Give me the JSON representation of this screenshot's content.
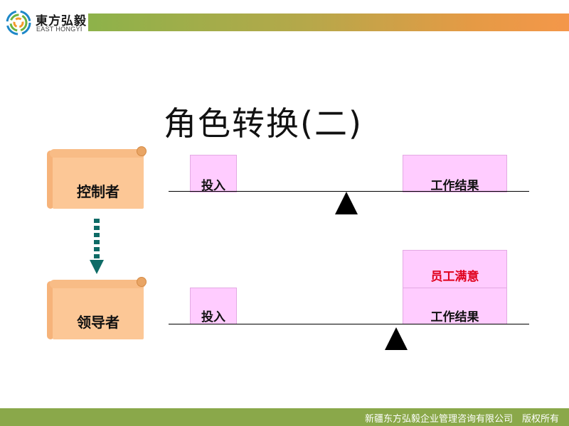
{
  "header": {
    "logo_cn": "東方弘毅",
    "logo_en": "EAST HONGYI"
  },
  "title": "角色转换(二)",
  "roles": {
    "controller": "控制者",
    "leader": "领导者"
  },
  "balance_top": {
    "input_label": "投入",
    "result_label": "工作结果"
  },
  "balance_bottom": {
    "input_label": "投入",
    "satisfaction_label": "员工满意",
    "result_label": "工作结果"
  },
  "footer": {
    "copyright": "新疆东方弘毅企业管理咨询有限公司　版权所有"
  },
  "colors": {
    "accent_green": "#8aa84a",
    "accent_orange": "#f4974a",
    "scroll": "#fcc796",
    "box": "#ffccff",
    "arrow": "#0e6b66",
    "highlight_red": "#e0001c"
  },
  "icons": {
    "logo": "ring-logo-icon",
    "arrow": "dashed-down-arrow-icon",
    "fulcrum": "triangle-fulcrum-icon"
  }
}
